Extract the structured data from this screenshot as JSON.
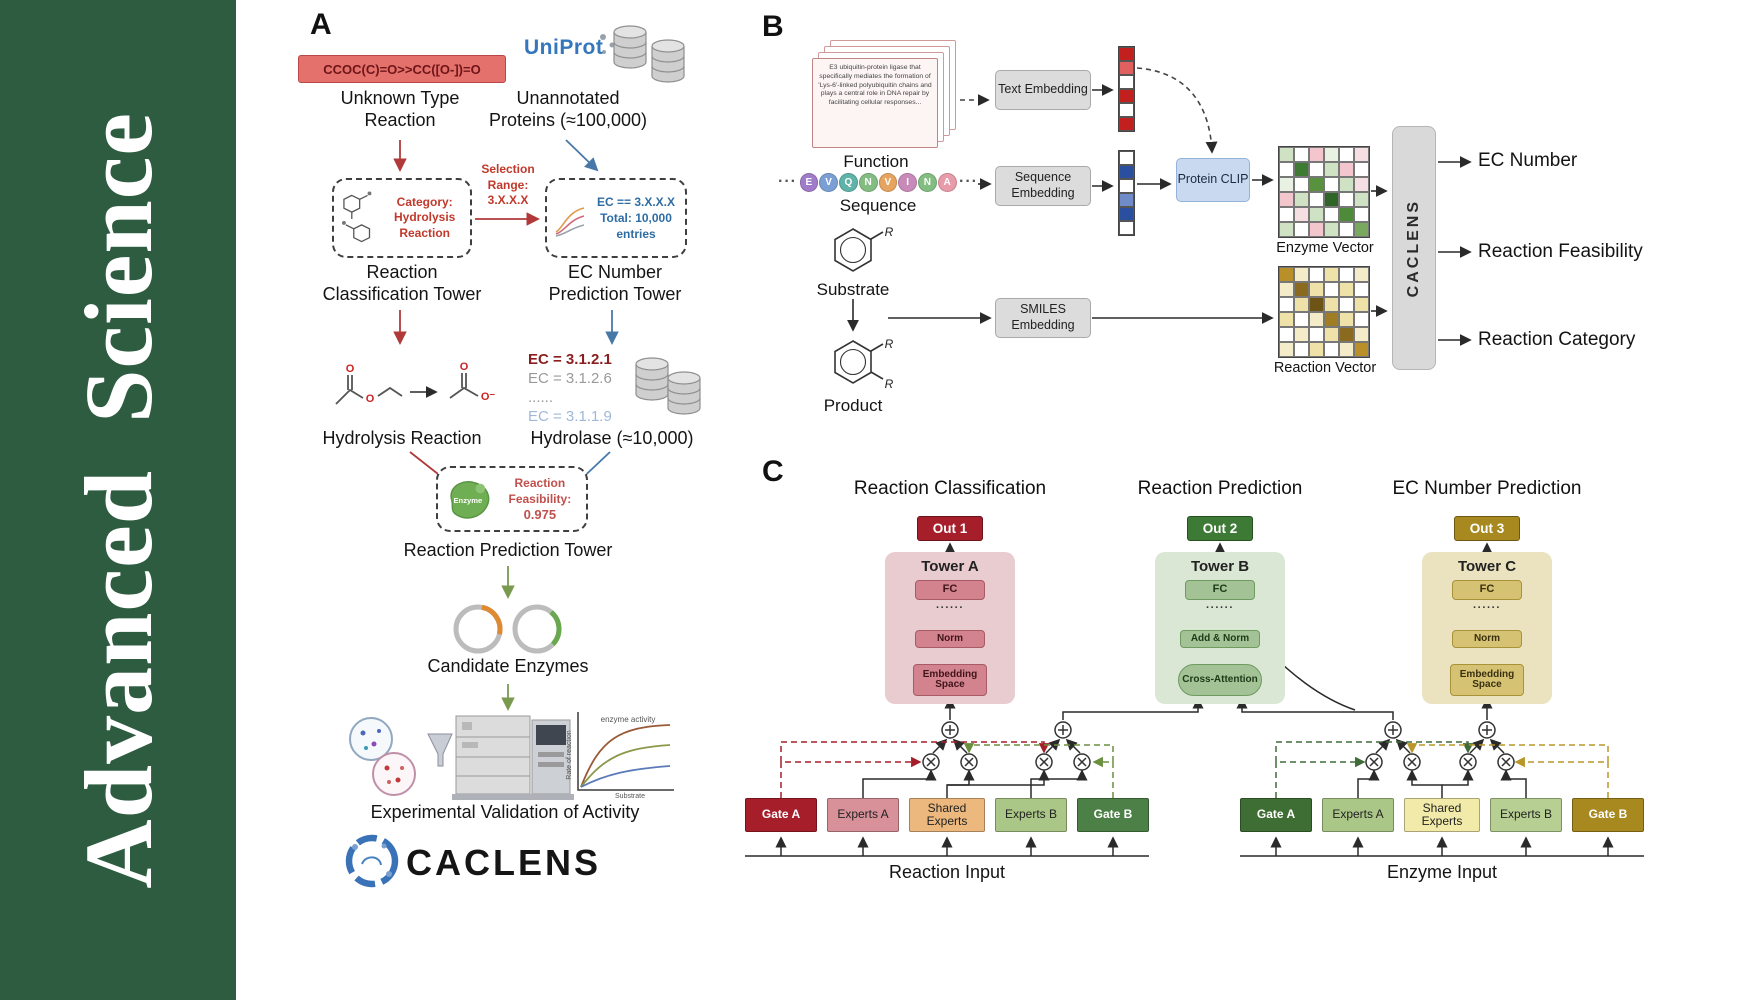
{
  "journal": {
    "name": "Advanced Science"
  },
  "panelA": {
    "label": "A",
    "smiles": "CCOC(C)=O>>CC([O-])=O",
    "unknown_reaction": "Unknown Type Reaction",
    "uniprot": "UniProt",
    "unannotated": "Unannotated Proteins (≈100,000)",
    "category": "Category: Hydrolysis Reaction",
    "selection": "Selection Range: 3.X.X.X",
    "ec_condition": "EC == 3.X.X.X",
    "ec_total": "Total: 10,000 entries",
    "classification_tower": "Reaction Classification Tower",
    "ec_tower": "EC Number Prediction Tower",
    "hydrolysis": "Hydrolysis Reaction",
    "ec_list": [
      "EC = 3.1.2.1",
      "EC = 3.1.2.6",
      "......",
      "EC = 3.1.1.9"
    ],
    "hydrolase": "Hydrolase (≈10,000)",
    "enzyme": "Enzyme",
    "feasibility_label": "Reaction Feasibility:",
    "feasibility_value": "0.975",
    "prediction_tower": "Reaction Prediction Tower",
    "candidates": "Candidate Enzymes",
    "validation": "Experimental Validation of Activity",
    "brand": "CACLENS",
    "atom_o": "O",
    "atom_o_minus": "O⁻",
    "plot": {
      "title": "enzyme activity",
      "xlabel": "Substrate",
      "ylabel": "Rate of reaction"
    }
  },
  "panelB": {
    "label": "B",
    "function_text": "E3 ubiquitin-protein ligase that specifically mediates the formation of 'Lys-6'-linked polyubiquitin chains and plays a central role in DNA repair by facilitating cellular responses...",
    "function": "Function",
    "ellipsis": "···",
    "residues": [
      {
        "ch": "E",
        "color": "#a07cc8"
      },
      {
        "ch": "V",
        "color": "#7b9fd4"
      },
      {
        "ch": "Q",
        "color": "#5fb3a9"
      },
      {
        "ch": "N",
        "color": "#83bd82"
      },
      {
        "ch": "V",
        "color": "#e5a45f"
      },
      {
        "ch": "I",
        "color": "#c88bb9"
      },
      {
        "ch": "N",
        "color": "#83bd82"
      },
      {
        "ch": "A",
        "color": "#e89ba8"
      }
    ],
    "sequence": "Sequence",
    "substrate": "Substrate",
    "product": "Product",
    "r_label": "R",
    "text_embedding": "Text Embedding",
    "sequence_embedding": "Sequence Embedding",
    "smiles_embedding": "SMILES Embedding",
    "protein_clip": "Protein CLIP",
    "enzyme_vector": "Enzyme Vector",
    "reaction_vector": "Reaction Vector",
    "caclens": "CACLENS",
    "outputs": [
      "EC Number",
      "Reaction Feasibility",
      "Reaction Category"
    ],
    "text_vec": [
      "#c21f1f",
      "#e06060",
      "#ffffff",
      "#c21f1f",
      "#ffffff",
      "#c21f1f"
    ],
    "seq_vec": [
      "#ffffff",
      "#2a4f9e",
      "#ffffff",
      "#6f8cc9",
      "#2a4f9e",
      "#ffffff"
    ],
    "enzyme_grid": [
      [
        "#cfe3c4",
        "#ffffff",
        "#f2c6cc",
        "#e9f2e2",
        "#ffffff",
        "#f6dfe2"
      ],
      [
        "#ffffff",
        "#3f7a33",
        "#ffffff",
        "#cfe3c4",
        "#f2c6cc",
        "#ffffff"
      ],
      [
        "#e9f2e2",
        "#ffffff",
        "#58923f",
        "#ffffff",
        "#cfe3c4",
        "#f6dfe2"
      ],
      [
        "#f2c6cc",
        "#cfe3c4",
        "#ffffff",
        "#2f6628",
        "#ffffff",
        "#cfe3c4"
      ],
      [
        "#ffffff",
        "#f6dfe2",
        "#cfe3c4",
        "#ffffff",
        "#4d8a3a",
        "#ffffff"
      ],
      [
        "#cfe3c4",
        "#ffffff",
        "#f2c6cc",
        "#cfe3c4",
        "#ffffff",
        "#79a95e"
      ]
    ],
    "reaction_grid": [
      [
        "#b98f2a",
        "#f4ecc9",
        "#ffffff",
        "#efe2a8",
        "#ffffff",
        "#f4ecc9"
      ],
      [
        "#f4ecc9",
        "#8a6a1e",
        "#efe2a8",
        "#ffffff",
        "#efe2a8",
        "#ffffff"
      ],
      [
        "#ffffff",
        "#efe2a8",
        "#6e5414",
        "#efe2a8",
        "#ffffff",
        "#efe2a8"
      ],
      [
        "#efe2a8",
        "#ffffff",
        "#f4ecc9",
        "#a07c22",
        "#efe2a8",
        "#ffffff"
      ],
      [
        "#ffffff",
        "#f4ecc9",
        "#ffffff",
        "#efe2a8",
        "#8a6a1e",
        "#f4ecc9"
      ],
      [
        "#f4ecc9",
        "#ffffff",
        "#efe2a8",
        "#ffffff",
        "#f4ecc9",
        "#b98f2a"
      ]
    ]
  },
  "panelC": {
    "label": "C",
    "dots": "······",
    "columns": [
      {
        "title": "Reaction Classification",
        "out": "Out 1",
        "tower": "Tower A",
        "fc": "FC",
        "mid": "Norm",
        "bottom": "Embedding Space"
      },
      {
        "title": "Reaction Prediction",
        "out": "Out 2",
        "tower": "Tower B",
        "fc": "FC",
        "mid": "Add & Norm",
        "bottom": "Cross-Attention"
      },
      {
        "title": "EC Number Prediction",
        "out": "Out 3",
        "tower": "Tower C",
        "fc": "FC",
        "mid": "Norm",
        "bottom": "Embedding Space"
      }
    ],
    "groups": [
      {
        "boxes": [
          "Gate A",
          "Experts A",
          "Shared Experts",
          "Experts B",
          "Gate B"
        ],
        "input": "Reaction Input"
      },
      {
        "boxes": [
          "Gate A",
          "Experts A",
          "Shared Experts",
          "Experts B",
          "Gate B"
        ],
        "input": "Enzyme Input"
      }
    ]
  }
}
